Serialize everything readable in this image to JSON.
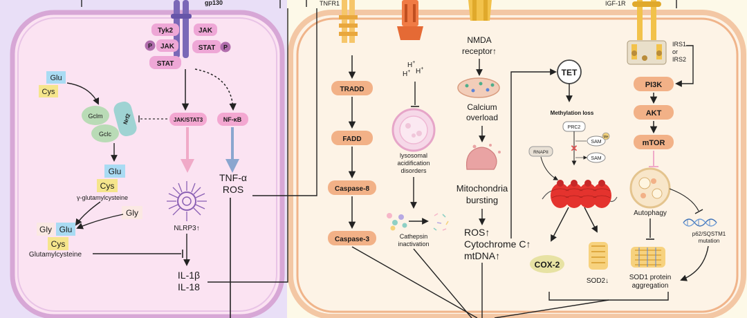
{
  "left_cell": {
    "receptor": "gp130",
    "jak_stat": {
      "tyk2": "Tyk2",
      "jak_a": "JAK",
      "jak_b": "JAK",
      "stat_a": "STAT",
      "stat_b": "STAT",
      "p": "P"
    },
    "glu_cys_top": {
      "glu": "Glu",
      "cys": "Cys"
    },
    "gclm": "Gclm",
    "gclc": "Gclc",
    "nrf2": "Nrf2",
    "glu_cys_mid": {
      "glu": "Glu",
      "cys": "Cys"
    },
    "gamma_glutamyl": "γ-glutamylcysteine",
    "gly_single": "Gly",
    "gly_glu_cys": {
      "gly": "Gly",
      "glu": "Glu",
      "cys": "Cys"
    },
    "glutamylcysteine": "Glutamylcysteine",
    "jak_stat3": "JAK/STAT3",
    "nfkb": "NF-κB",
    "nlrp3": "NLRP3↑",
    "il1b": "IL-1β",
    "il18": "IL-18",
    "tnf": "TNF-α",
    "ros": "ROS"
  },
  "right_cell": {
    "tnfr1": "TNFR1",
    "igf1r": "IGF-1R",
    "apoptosis": [
      "TRADD",
      "FADD",
      "Caspase-8",
      "Caspase-3"
    ],
    "h_ions": [
      "H",
      "H",
      "H"
    ],
    "h_plus": "+",
    "lysosome_label": [
      "lysosomal",
      "acidification",
      "disorders"
    ],
    "cathepsin": [
      "Cathepsin",
      "inactivation"
    ],
    "nmda": [
      "NMDA",
      "receptor↑"
    ],
    "calcium": [
      "Calcium",
      "overload"
    ],
    "mito": [
      "Mitochondria",
      "bursting"
    ],
    "mito_out": [
      "ROS↑",
      "Cytochrome C↑",
      "mtDNA↑"
    ],
    "tet": "TET",
    "methylation_loss": "Methylation loss",
    "prc2": "PRC2",
    "sam": "SAM",
    "me": "Me",
    "rnapii": "RNAPII",
    "cox2": "COX-2",
    "sod2": "SOD2↓",
    "irs": [
      "IRS1",
      "or",
      "IRS2"
    ],
    "pathway": [
      "PI3K",
      "AKT",
      "mTOR"
    ],
    "autophagy": "Autophagy",
    "p62": [
      "p62/SQSTM1",
      "mutation"
    ],
    "sod1": [
      "SOD1 protein",
      "aggregation"
    ]
  },
  "colors": {
    "left_bg": "#e9dff7",
    "right_bg": "#fdf9e8",
    "pink_cell": "#fbe3f2",
    "orange_node": "#f2b187",
    "olive_node": "#e7e2a3",
    "glu": "#a9dbf3",
    "cys": "#f5e58c"
  }
}
